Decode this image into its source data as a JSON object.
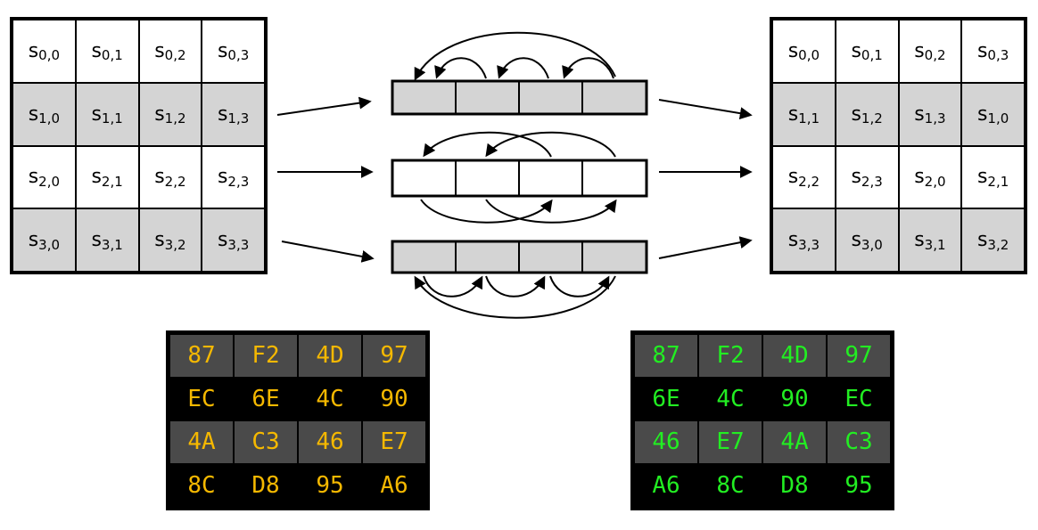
{
  "state_before": {
    "rows": [
      [
        {
          "b": "s",
          "i": "0,0"
        },
        {
          "b": "s",
          "i": "0,1"
        },
        {
          "b": "s",
          "i": "0,2"
        },
        {
          "b": "s",
          "i": "0,3"
        }
      ],
      [
        {
          "b": "s",
          "i": "1,0"
        },
        {
          "b": "s",
          "i": "1,1"
        },
        {
          "b": "s",
          "i": "1,2"
        },
        {
          "b": "s",
          "i": "1,3"
        }
      ],
      [
        {
          "b": "s",
          "i": "2,0"
        },
        {
          "b": "s",
          "i": "2,1"
        },
        {
          "b": "s",
          "i": "2,2"
        },
        {
          "b": "s",
          "i": "2,3"
        }
      ],
      [
        {
          "b": "s",
          "i": "3,0"
        },
        {
          "b": "s",
          "i": "3,1"
        },
        {
          "b": "s",
          "i": "3,2"
        },
        {
          "b": "s",
          "i": "3,3"
        }
      ]
    ]
  },
  "state_after": {
    "rows": [
      [
        {
          "b": "s",
          "i": "0,0"
        },
        {
          "b": "s",
          "i": "0,1"
        },
        {
          "b": "s",
          "i": "0,2"
        },
        {
          "b": "s",
          "i": "0,3"
        }
      ],
      [
        {
          "b": "s",
          "i": "1,1"
        },
        {
          "b": "s",
          "i": "1,2"
        },
        {
          "b": "s",
          "i": "1,3"
        },
        {
          "b": "s",
          "i": "1,0"
        }
      ],
      [
        {
          "b": "s",
          "i": "2,2"
        },
        {
          "b": "s",
          "i": "2,3"
        },
        {
          "b": "s",
          "i": "2,0"
        },
        {
          "b": "s",
          "i": "2,1"
        }
      ],
      [
        {
          "b": "s",
          "i": "3,3"
        },
        {
          "b": "s",
          "i": "3,0"
        },
        {
          "b": "s",
          "i": "3,1"
        },
        {
          "b": "s",
          "i": "3,2"
        }
      ]
    ]
  },
  "hex_before": {
    "color": "#f5b800",
    "rows": [
      [
        "87",
        "F2",
        "4D",
        "97"
      ],
      [
        "EC",
        "6E",
        "4C",
        "90"
      ],
      [
        "4A",
        "C3",
        "46",
        "E7"
      ],
      [
        "8C",
        "D8",
        "95",
        "A6"
      ]
    ]
  },
  "hex_after": {
    "color": "#22ee22",
    "rows": [
      [
        "87",
        "F2",
        "4D",
        "97"
      ],
      [
        "6E",
        "4C",
        "90",
        "EC"
      ],
      [
        "46",
        "E7",
        "4A",
        "C3"
      ],
      [
        "A6",
        "8C",
        "D8",
        "95"
      ]
    ]
  },
  "colors": {
    "shade": "#d4d4d4",
    "hex_dark": "#4a4a4a",
    "hex_bg": "#000000"
  }
}
